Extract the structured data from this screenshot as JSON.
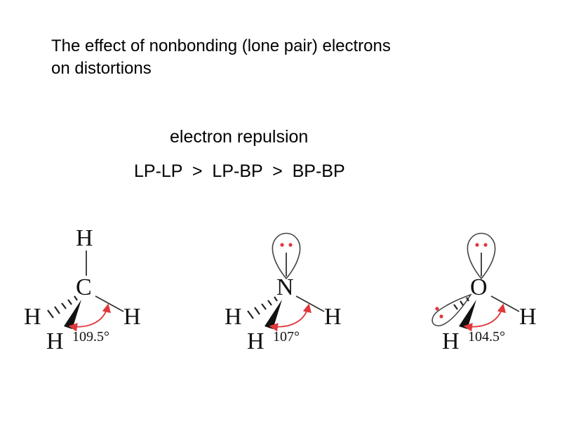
{
  "title": {
    "line1": "The effect of nonbonding (lone pair) electrons",
    "line2": "on distortions"
  },
  "subtitle": "electron repulsion",
  "repulsion_order": "LP-LP  >  LP-BP  >  BP-BP",
  "molecules": [
    {
      "central": "C",
      "h_top": "H",
      "h_left": "H",
      "h_right": "H",
      "h_bottom": "H",
      "angle": "109.5°"
    },
    {
      "central": "N",
      "h_left": "H",
      "h_right": "H",
      "h_bottom": "H",
      "angle": "107°"
    },
    {
      "central": "O",
      "h_right": "H",
      "h_bottom": "H",
      "angle": "104.5°"
    }
  ],
  "colors": {
    "arrow": "#e0383c",
    "lone_pair_dot": "#e0383c"
  }
}
